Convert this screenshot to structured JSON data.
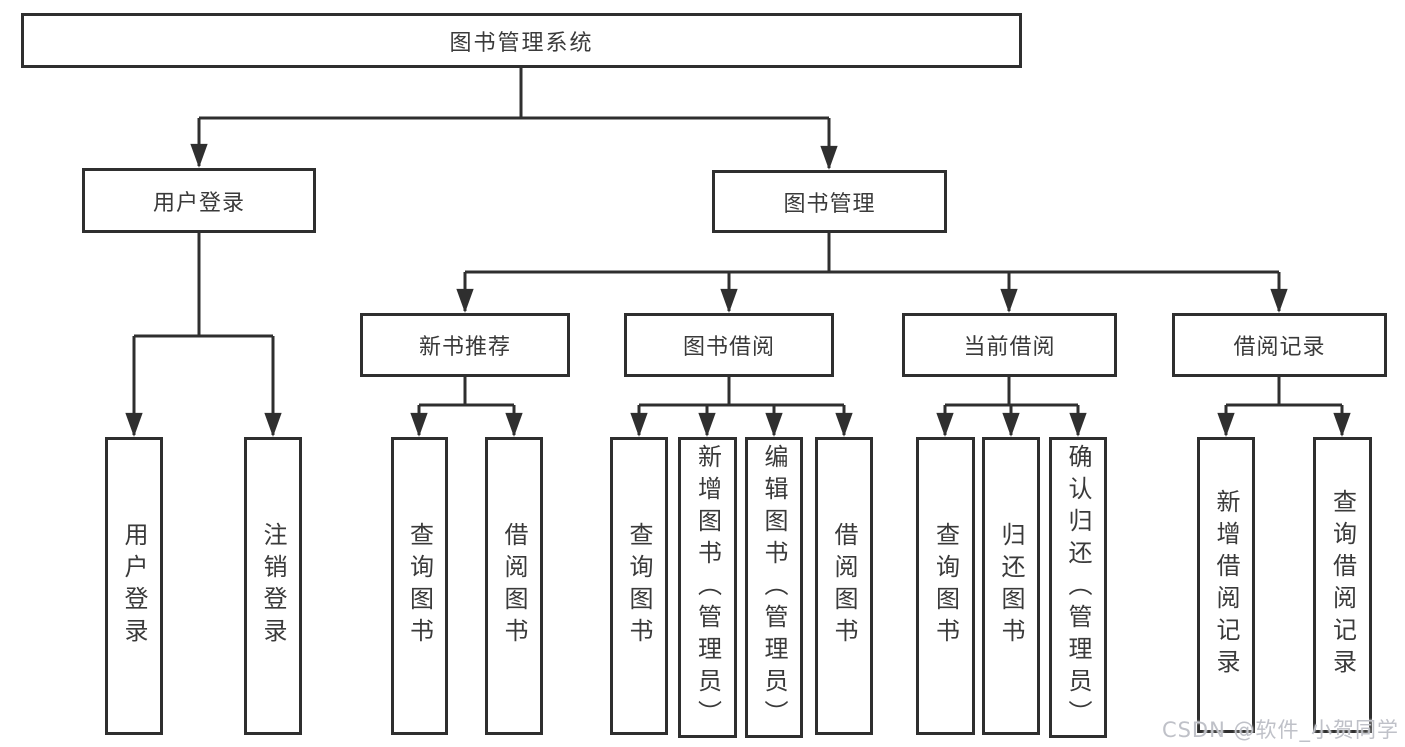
{
  "tree": {
    "label": "图书管理系统",
    "children": [
      {
        "label": "用户登录",
        "children": [
          {
            "label": "用户登录"
          },
          {
            "label": "注销登录"
          }
        ]
      },
      {
        "label": "图书管理",
        "children": [
          {
            "label": "新书推荐",
            "children": [
              {
                "label": "查询图书"
              },
              {
                "label": "借阅图书"
              }
            ]
          },
          {
            "label": "图书借阅",
            "children": [
              {
                "label": "查询图书"
              },
              {
                "label": "新增图书（管理员）"
              },
              {
                "label": "编辑图书（管理员）"
              },
              {
                "label": "借阅图书"
              }
            ]
          },
          {
            "label": "当前借阅",
            "children": [
              {
                "label": "查询图书"
              },
              {
                "label": "归还图书"
              },
              {
                "label": "确认归还（管理员）"
              }
            ]
          },
          {
            "label": "借阅记录",
            "children": [
              {
                "label": "新增借阅记录"
              },
              {
                "label": "查询借阅记录"
              }
            ]
          }
        ]
      }
    ]
  },
  "watermark": {
    "text": "CSDN @软件_小贺同学"
  },
  "colors": {
    "line": "#2f2f2f",
    "text": "#3a3a3a",
    "background": "#ffffff",
    "watermark": "#bfc1c8"
  }
}
